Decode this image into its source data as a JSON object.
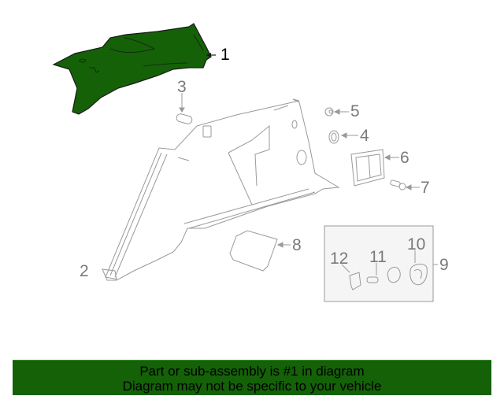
{
  "diagram": {
    "highlight_color": "#146108",
    "line_color": "#8a8a8a",
    "callouts": [
      {
        "id": "1",
        "label": "1",
        "highlighted": true
      },
      {
        "id": "2",
        "label": "2"
      },
      {
        "id": "3",
        "label": "3"
      },
      {
        "id": "4",
        "label": "4"
      },
      {
        "id": "5",
        "label": "5"
      },
      {
        "id": "6",
        "label": "6"
      },
      {
        "id": "7",
        "label": "7"
      },
      {
        "id": "8",
        "label": "8"
      },
      {
        "id": "9",
        "label": "9"
      },
      {
        "id": "10",
        "label": "10"
      },
      {
        "id": "11",
        "label": "11"
      },
      {
        "id": "12",
        "label": "12"
      }
    ]
  },
  "banner": {
    "line1": "Part or sub-assembly is #1 in diagram",
    "line2": "Diagram may not be specific to your vehicle",
    "background": "#146108"
  }
}
